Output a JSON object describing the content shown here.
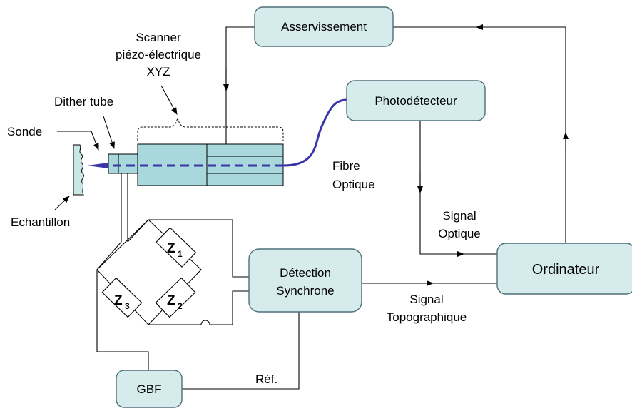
{
  "labels": {
    "asservissement": "Asservissement",
    "photodetecteur": "Photodétecteur",
    "ordinateur": "Ordinateur",
    "detection_line1": "Détection",
    "detection_line2": "Synchrone",
    "gbf": "GBF",
    "scanner_line1": "Scanner",
    "scanner_line2": "piézo-électrique",
    "scanner_line3": "XYZ",
    "dither_tube": "Dither tube",
    "sonde": "Sonde",
    "echantillon": "Echantillon",
    "fibre_line1": "Fibre",
    "fibre_line2": "Optique",
    "signal_optique_line1": "Signal",
    "signal_optique_line2": "Optique",
    "signal_topo_line1": "Signal",
    "signal_topo_line2": "Topographique",
    "ref": "Réf.",
    "z1_letter": "Z",
    "z1_sub": "1",
    "z2_letter": "Z",
    "z2_sub": "2",
    "z3_letter": "Z",
    "z3_sub": "3"
  },
  "colors": {
    "box_fill": "#d6ebeb",
    "box_stroke": "#4f6f7a",
    "scanner_fill": "#a8d8dc",
    "fiber": "#3a36a8",
    "wire": "#000000"
  }
}
